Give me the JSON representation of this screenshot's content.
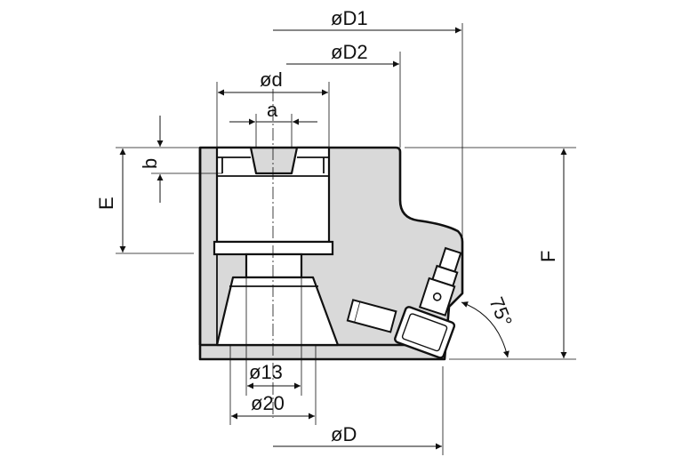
{
  "labels": {
    "D1": "øD1",
    "D2": "øD2",
    "d": "ød",
    "a": "a",
    "b": "b",
    "E": "E",
    "F": "F",
    "angle": "75°",
    "d13": "ø13",
    "d20": "ø20",
    "D": "øD"
  },
  "colors": {
    "body_fill": "#d9d9d9",
    "line": "#111111",
    "background": "#ffffff"
  }
}
